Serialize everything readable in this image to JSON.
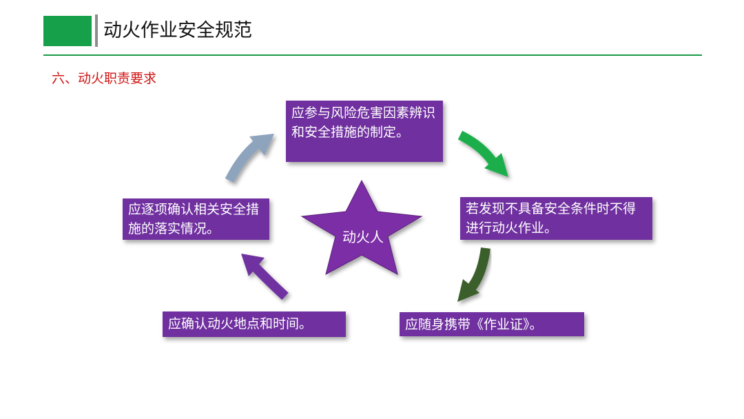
{
  "header": {
    "title": "动火作业安全规范",
    "accent": "#16a04a"
  },
  "section_title": "六、动火职责要求",
  "diagram": {
    "center": "动火人",
    "boxes": [
      "应参与风险危害因素辨识和安全措施的制定。",
      "若发现不具备安全条件时不得进行动火作业。",
      "应随身携带《作业证》。",
      "应确认动火地点和时间。",
      "应逐项确认相关安全措施的落实情况。"
    ],
    "colors": {
      "box": "#7030a0",
      "arrow_green": "#1aae4c",
      "arrow_darkgreen": "#3b5e2a",
      "arrow_purple": "#7030a0",
      "arrow_bluegray": "#8ea4bd"
    }
  }
}
